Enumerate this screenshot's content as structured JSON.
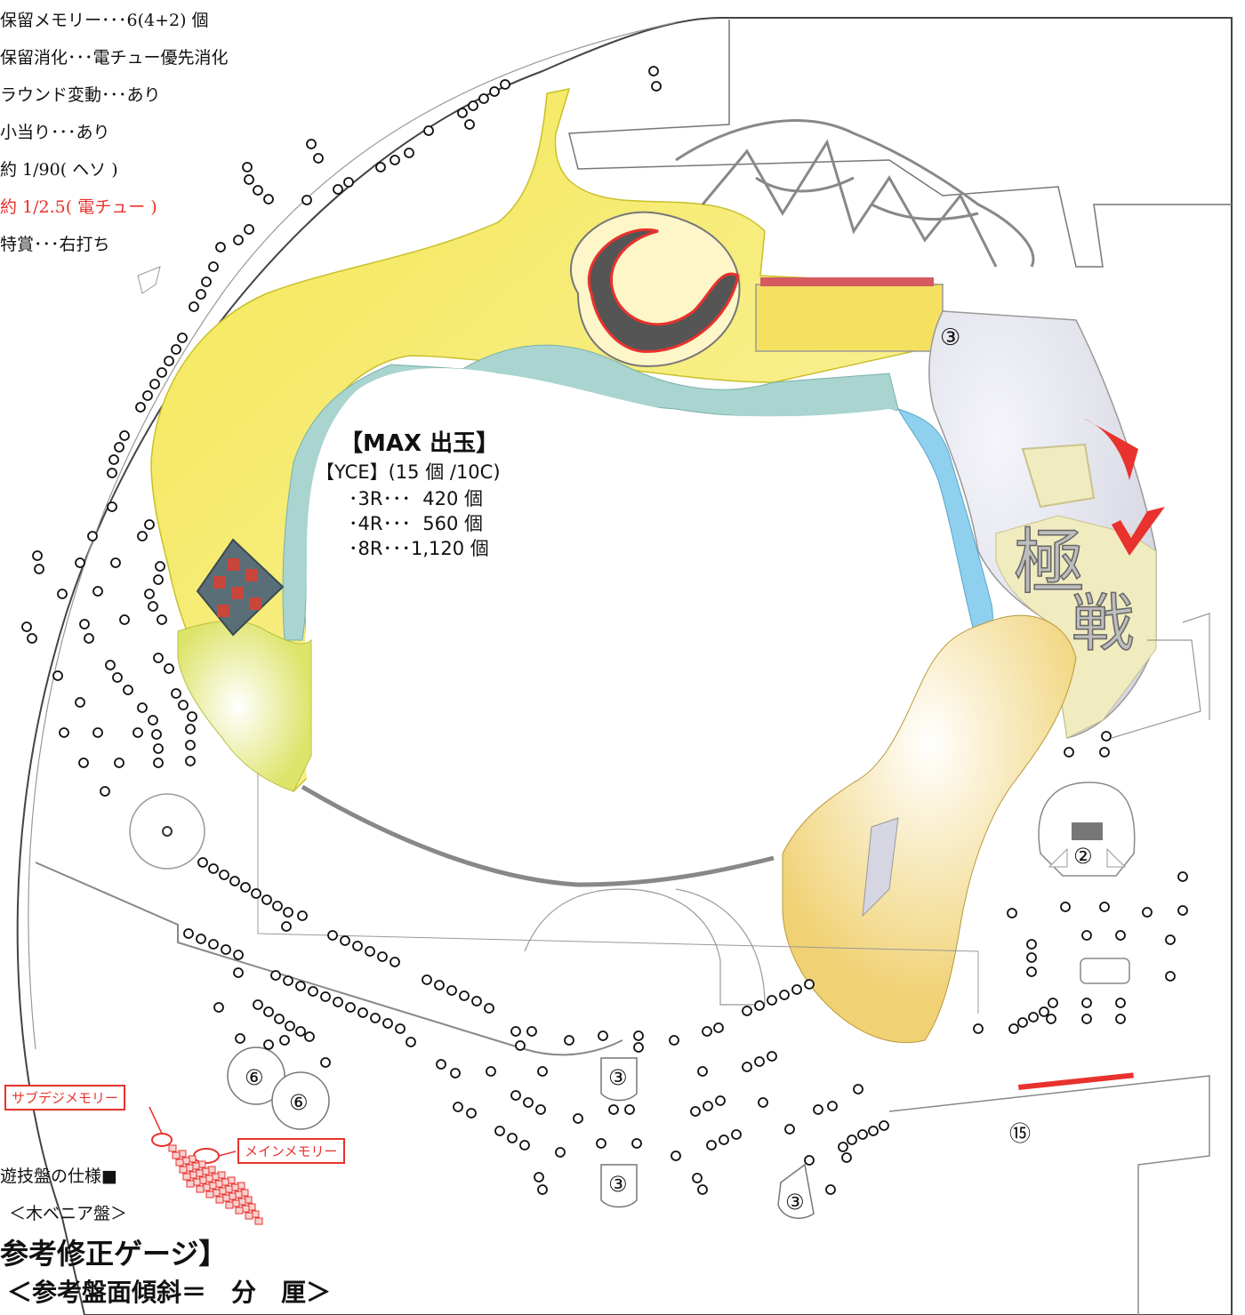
{
  "spec_lines": [
    {
      "text": "保留メモリー･･･6(4+2) 個",
      "color": "#111111"
    },
    {
      "text": "保留消化･･･電チュー優先消化",
      "color": "#111111"
    },
    {
      "text": "ラウンド変動･･･あり",
      "color": "#111111"
    },
    {
      "text": "小当り･･･あり",
      "color": "#111111"
    },
    {
      "text": "約 1/90( ヘソ )",
      "color": "#111111"
    },
    {
      "text": "約 1/2.5( 電チュー )",
      "color": "#e8322d"
    },
    {
      "text": "特賞･･･右打ち",
      "color": "#111111"
    }
  ],
  "max_payout": {
    "title": "【MAX 出玉】",
    "subtitle": "【YCE】(15 個 /10C)",
    "rows": [
      "･3R･･･  420 個",
      "･4R･･･  560 個",
      "･8R･･･1,120 個"
    ]
  },
  "pockets": {
    "top_right": "③",
    "start_chucker": "②",
    "bottom_center_upper": "③",
    "bottom_center_lower": "③",
    "bottom_right": "③",
    "attacker": "⑮",
    "left_upper": "⑥",
    "left_lower": "⑥"
  },
  "callouts": {
    "sub_memory": "サブデジメモリー",
    "main_memory": "メインメモリー"
  },
  "footer": {
    "board_spec": "遊技盤の仕様■",
    "board_type": "＜木ベニア盤＞",
    "gauge_title": "参考修正ゲージ】",
    "tilt_line": "＜参考盤面傾斜＝　分　厘＞"
  },
  "colors": {
    "yellow": "#f6ec6e",
    "teal": "#a9d4cf",
    "accent_red": "#e8322d",
    "blue": "#8fd0ee",
    "lavender": "#e8e8f0"
  },
  "logo_text": [
    "極",
    "戦"
  ]
}
